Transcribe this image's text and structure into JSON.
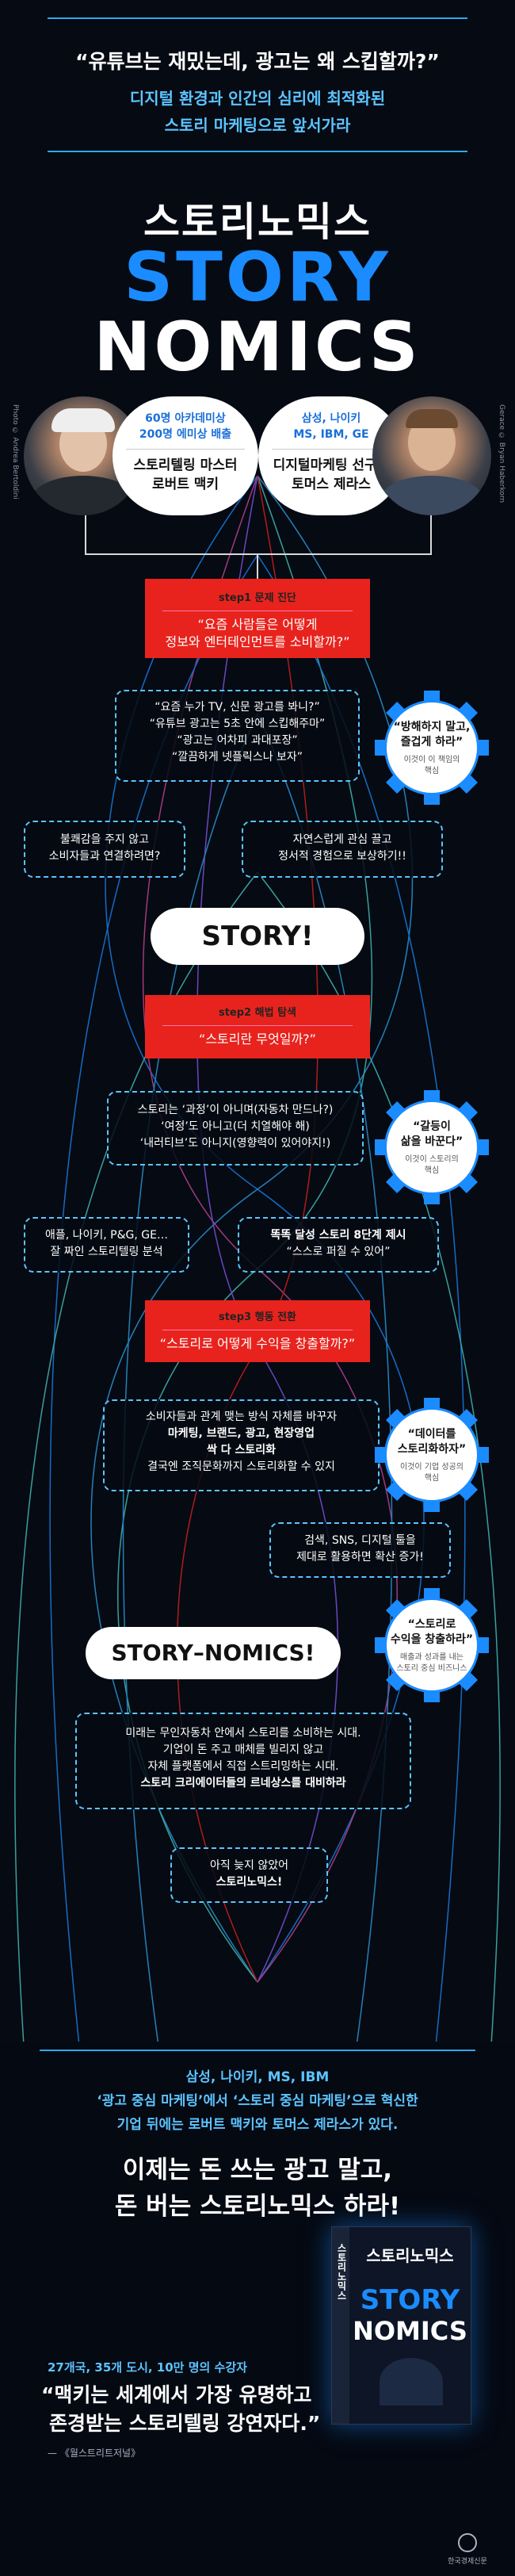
{
  "header": {
    "quote": "“유튜브는 재밌는데, 광고는 왜 스킵할까?”",
    "sub1": "디지털 환경과 인간의 심리에 최적화된",
    "sub2": "스토리 마케팅으로 앞서가라"
  },
  "title": {
    "korean": "스토리노믹스",
    "story": "STORY",
    "nomics": "NOMICS"
  },
  "authors": [
    {
      "small1": "60명 아카데미상",
      "small2": "200명 에미상 배출",
      "big1": "스토리텔링 마스터",
      "big2": "로버트 맥키",
      "credit": "Photo © Andrea Bertoldini"
    },
    {
      "small1": "삼성, 나이키",
      "small2": "MS, IBM, GE",
      "big1": "디지털마케팅 선구자",
      "big2": "토머스 제라스",
      "credit": "Gerace © Bryan Haberkorn"
    }
  ],
  "steps": [
    {
      "label": "step1  문제 진단",
      "q1": "“요즘 사람들은 어떻게",
      "q2": "정보와 엔터테인먼트를 소비할까?”"
    },
    {
      "label": "step2  해법 탐색",
      "q1": "“스토리란 무엇일까?”",
      "q2": ""
    },
    {
      "label": "step3  행동 전환",
      "q1": "“스토리로 어떻게 수익을 창출할까?”",
      "q2": ""
    }
  ],
  "boxes": {
    "b1": [
      "“요즘 누가 TV, 신문 광고를 봐니?”",
      "“유튜브 광고는 5초 안에 스킵해주마”",
      "“광고는 어차피 과대포장”",
      "“깔끔하게 넷플릭스나 보자”"
    ],
    "b2": [
      "불쾌감을 주지 않고",
      "소비자들과 연결하려면?"
    ],
    "b3": [
      "자연스럽게 관심 끌고",
      "정서적 경험으로 보상하기!!"
    ],
    "b4": [
      "스토리는 ‘과정’이 아니며(자동차 만드나?)",
      "‘여정’도 아니고(더 치열해야 해)",
      "‘내러티브’도 아니지(영향력이 있어야지!)"
    ],
    "b5": [
      "애플, 나이키, P&G, GE…",
      "잘 짜인 스토리텔링 분석"
    ],
    "b6": [
      "똑똑 달성 스토리 8단계 제시",
      "“스스로 퍼질 수 있어”"
    ],
    "b7": [
      "소비자들과 관계 맺는 방식 자체를 바꾸자",
      "마케팅, 브랜드, 광고, 현장영업",
      "싹 다 스토리화",
      "결국엔 조직문화까지 스토리화할 수 있지"
    ],
    "b8": [
      "검색, SNS, 디지털 툴을",
      "제대로 활용하면 확산 증가!"
    ],
    "b9": [
      "미래는 무인자동차 안에서 스토리를 소비하는 시대.",
      "기업이 돈 주고 매체를 빌리지 않고",
      "자체 플랫폼에서 직접 스트리밍하는 시대.",
      "스토리 크리에이터들의 르네상스를 대비하라"
    ],
    "b10": [
      "아직 늦지 않았어",
      "스토리노믹스!"
    ]
  },
  "gears": [
    {
      "t1": "“방해하지 말고,",
      "t2": "즐겁게 하라”",
      "s1": "이것이 이 책임의",
      "s2": "핵심"
    },
    {
      "t1": "“갈등이",
      "t2": "삶을 바꾼다”",
      "s1": "이것이 스토리의",
      "s2": "핵심"
    },
    {
      "t1": "“데이터를",
      "t2": "스토리화하자”",
      "s1": "이것이 기업 성공의",
      "s2": "핵심"
    },
    {
      "t1": "“스토리로",
      "t2": "수익을 창출하라”",
      "s1": "매출과 성과를 내는",
      "s2": "스토리 중심 비즈니스"
    }
  ],
  "pills": {
    "story": "STORY!",
    "storynomics": "STORY–NOMICS!"
  },
  "bottom": {
    "l1": "삼성, 나이키, MS, IBM",
    "l2": "‘광고 중심 마케팅’에서 ‘스토리 중심 마케팅’으로 혁신한",
    "l3": "기업 뒤에는 로버트 맥키와 토머스 제라스가 있다.",
    "big1": "이제는 돈 쓰는 광고 말고,",
    "big2": "돈 버는 스토리노믹스 하라!",
    "q_small": "27개국, 35개 도시, 10만 명의 수강자",
    "q1": "“맥키는 세계에서 가장 유명하고",
    "q2": "존경받는 스토리텔링 강연자다.”",
    "q_src": "— 《월스트리트저널》"
  },
  "book": {
    "title": "스토리노믹스",
    "story": "STORY",
    "nomics": "NOMICS",
    "spine": "스토리노믹스",
    "publisher": "한국경제신문"
  },
  "colors": {
    "accent": "#5cc4ff",
    "brand_blue": "#1a8cff",
    "step_red": "#e8231d",
    "background": "#060a13"
  }
}
